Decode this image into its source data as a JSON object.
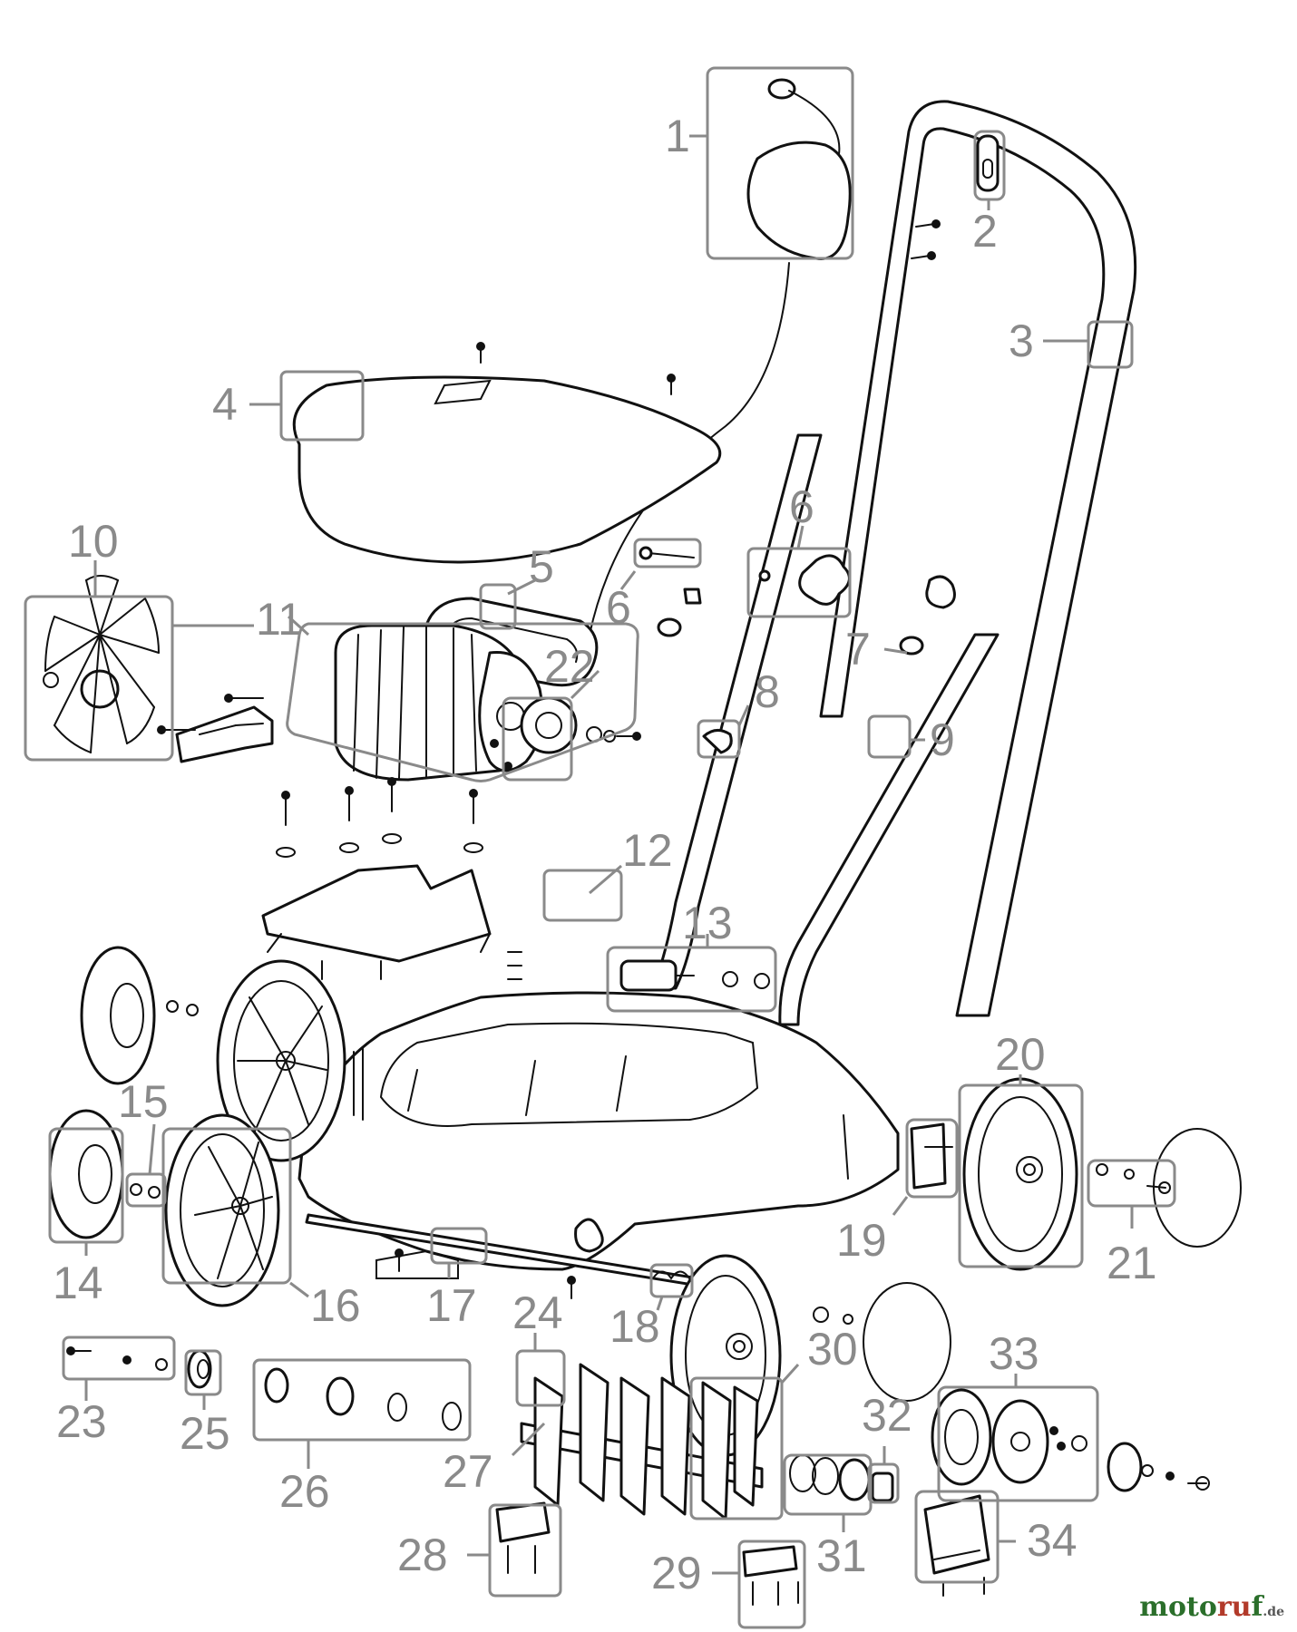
{
  "diagram": {
    "part_numbers": [
      "1",
      "2",
      "3",
      "4",
      "5",
      "6",
      "6",
      "7",
      "8",
      "9",
      "10",
      "11",
      "12",
      "13",
      "14",
      "15",
      "16",
      "17",
      "18",
      "19",
      "20",
      "21",
      "22",
      "23",
      "24",
      "25",
      "26",
      "27",
      "28",
      "29",
      "30",
      "31",
      "32",
      "33",
      "34"
    ]
  },
  "watermark": {
    "brand_a": "moto",
    "brand_b": "ru",
    "brand_c": "f",
    "suffix": ".de"
  },
  "colors": {
    "label": "#8a8a8a",
    "line": "#111111"
  }
}
